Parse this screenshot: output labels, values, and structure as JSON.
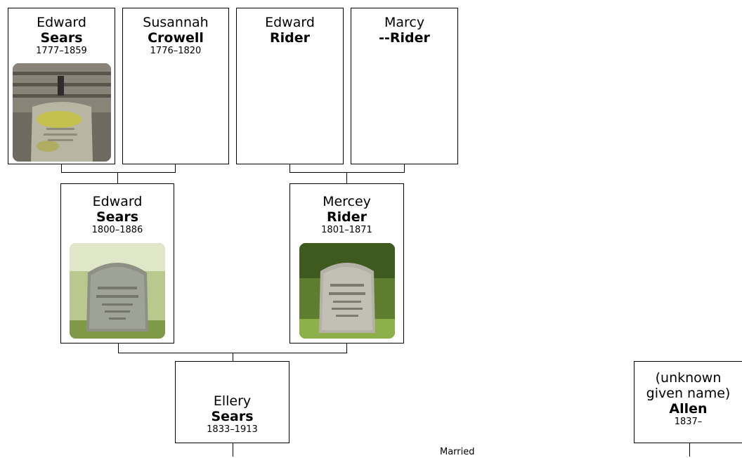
{
  "generation_1": [
    {
      "given": "Edward",
      "surname": "Sears",
      "dates": "1777–1859",
      "photo": "gravestone-photo"
    },
    {
      "given": "Susannah",
      "surname": "Crowell",
      "dates": "1776–1820"
    },
    {
      "given": "Edward",
      "surname": "Rider",
      "dates": ""
    },
    {
      "given": "Marcy",
      "surname": "--Rider",
      "dates": ""
    }
  ],
  "generation_2": [
    {
      "given": "Edward",
      "surname": "Sears",
      "dates": "1800–1886",
      "photo": "gravestone-photo"
    },
    {
      "given": "Mercey",
      "surname": "Rider",
      "dates": "1801–1871",
      "photo": "gravestone-photo"
    }
  ],
  "generation_3": {
    "husband": {
      "given": "Ellery",
      "surname": "Sears",
      "dates": "1833–1913"
    },
    "wife": {
      "given_line1": "(unknown",
      "given_line2": "given name)",
      "surname": "Allen",
      "dates": "1837–"
    }
  },
  "marriage_label": "Married",
  "colors": {
    "border": "#000000",
    "background": "#ffffff"
  }
}
